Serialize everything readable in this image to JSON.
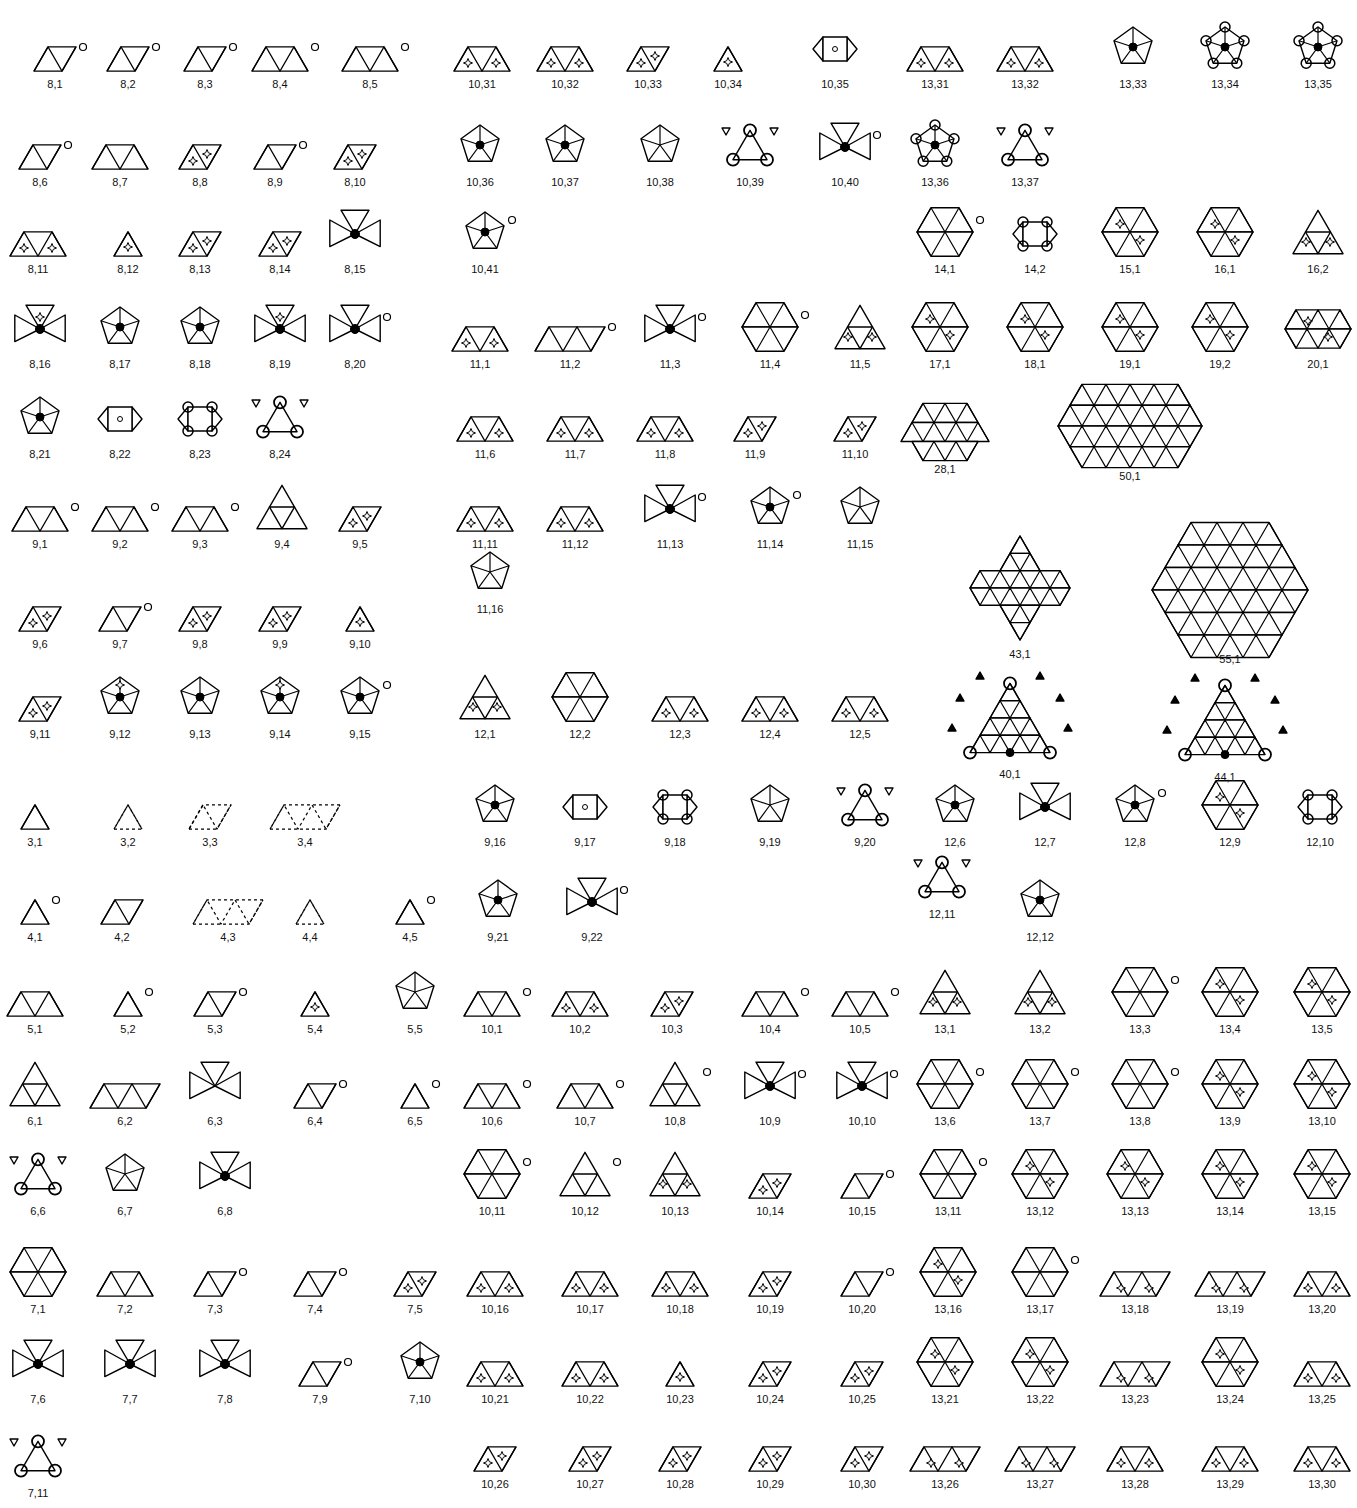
{
  "diagram": {
    "labels": [
      "8,1",
      "8,2",
      "8,3",
      "8,4",
      "8,5",
      "10,31",
      "10,32",
      "10,33",
      "10,34",
      "10,35",
      "13,31",
      "13,32",
      "13,33",
      "13,34",
      "13,35",
      "8,6",
      "8,7",
      "8,8",
      "8,9",
      "8,10",
      "10,36",
      "10,37",
      "10,38",
      "10,39",
      "10,40",
      "13,36",
      "13,37",
      "8,11",
      "8,12",
      "8,13",
      "8,14",
      "8,15",
      "10,41",
      "14,1",
      "14,2",
      "15,1",
      "16,1",
      "16,2",
      "8,16",
      "8,17",
      "8,18",
      "8,19",
      "8,20",
      "11,1",
      "11,2",
      "11,3",
      "11,4",
      "11,5",
      "17,1",
      "18,1",
      "19,1",
      "19,2",
      "20,1",
      "8,21",
      "8,22",
      "8,23",
      "8,24",
      "11,6",
      "11,7",
      "11,8",
      "11,9",
      "11,10",
      "28,1",
      "50,1",
      "9,1",
      "9,2",
      "9,3",
      "9,4",
      "9,5",
      "11,11",
      "11,12",
      "11,13",
      "11,14",
      "11,15",
      "43,1",
      "55,1",
      "9,6",
      "9,7",
      "9,8",
      "9,9",
      "9,10",
      "11,16",
      "9,11",
      "9,12",
      "9,13",
      "9,14",
      "9,15",
      "12,1",
      "12,2",
      "12,3",
      "12,4",
      "12,5",
      "40,1",
      "44,1",
      "3,1",
      "3,2",
      "3,3",
      "3,4",
      "9,16",
      "9,17",
      "9,18",
      "9,19",
      "9,20",
      "12,6",
      "12,7",
      "12,8",
      "12,9",
      "12,10",
      "4,1",
      "4,2",
      "4,3",
      "4,4",
      "4,5",
      "9,21",
      "9,22",
      "12,11",
      "12,12",
      "5,1",
      "5,2",
      "5,3",
      "5,4",
      "5,5",
      "10,1",
      "10,2",
      "10,3",
      "10,4",
      "10,5",
      "13,1",
      "13,2",
      "13,3",
      "13,4",
      "13,5",
      "6,1",
      "6,2",
      "6,3",
      "6,4",
      "6,5",
      "10,6",
      "10,7",
      "10,8",
      "10,9",
      "10,10",
      "13,6",
      "13,7",
      "13,8",
      "13,9",
      "13,10",
      "6,6",
      "6,7",
      "6,8",
      "10,11",
      "10,12",
      "10,13",
      "10,14",
      "10,15",
      "13,11",
      "13,12",
      "13,13",
      "13,14",
      "13,15",
      "7,1",
      "7,2",
      "7,3",
      "7,4",
      "7,5",
      "10,16",
      "10,17",
      "10,18",
      "10,19",
      "10,20",
      "13,16",
      "13,17",
      "13,18",
      "13,19",
      "13,20",
      "7,6",
      "7,7",
      "7,8",
      "7,9",
      "7,10",
      "10,21",
      "10,22",
      "10,23",
      "10,24",
      "10,25",
      "13,21",
      "13,22",
      "13,23",
      "13,24",
      "13,25",
      "7,11",
      "10,26",
      "10,27",
      "10,28",
      "10,29",
      "10,30",
      "13,26",
      "13,27",
      "13,28",
      "13,29",
      "13,30"
    ]
  }
}
